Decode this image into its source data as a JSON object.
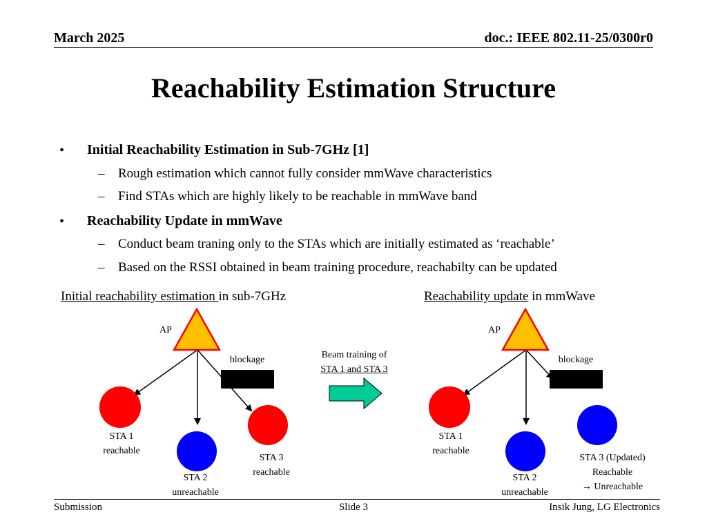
{
  "header": {
    "date": "March 2025",
    "doc_id": "doc.: IEEE 802.11-25/0300r0"
  },
  "title": "Reachability Estimation Structure",
  "bullets": [
    {
      "text": "Initial Reachability Estimation in Sub-7GHz [1]",
      "subs": [
        "Rough estimation which cannot fully consider mmWave characteristics",
        "Find STAs which are highly likely to be reachable in mmWave band"
      ]
    },
    {
      "text": "Reachability Update in mmWave",
      "subs": [
        "Conduct beam traning only to the STAs which are initially estimated as ‘reachable’",
        "Based on the RSSI obtained in beam training procedure, reachabilty can be updated"
      ]
    }
  ],
  "bullet_symbol": "•",
  "dash_symbol": "–",
  "diagram": {
    "left": {
      "caption_underlined": "Initial reachability estimation ",
      "caption_rest": "in sub-7GHz",
      "ap_label": "AP",
      "blockage_label": "blockage",
      "sta1": [
        "STA 1",
        "reachable"
      ],
      "sta2": [
        "STA 2",
        "unreachable"
      ],
      "sta3": [
        "STA 3",
        "reachable"
      ]
    },
    "middle": {
      "line1": "Beam training of",
      "line2": "STA 1 and STA 3"
    },
    "right": {
      "caption_underlined": "Reachability update",
      "caption_rest": " in mmWave",
      "ap_label": "AP",
      "blockage_label": "blockage",
      "sta1": [
        "STA 1",
        "reachable"
      ],
      "sta2": [
        "STA 2",
        "unreachable"
      ],
      "sta3": [
        "STA 3 (Updated)",
        "Reachable",
        "→ Unreachable"
      ]
    },
    "colors": {
      "reachable": "#ff0000",
      "unreachable": "#0000ff",
      "ap_fill": "#ffc000",
      "ap_stroke": "#ff0000",
      "arrow_fill": "#00cc99",
      "blockage": "#000000"
    },
    "icons": {
      "ap": "triangle-icon",
      "arrow": "right-arrow-icon"
    }
  },
  "footer": {
    "left": "Submission",
    "center": "Slide 3",
    "right": "Insik Jung, LG Electronics"
  }
}
